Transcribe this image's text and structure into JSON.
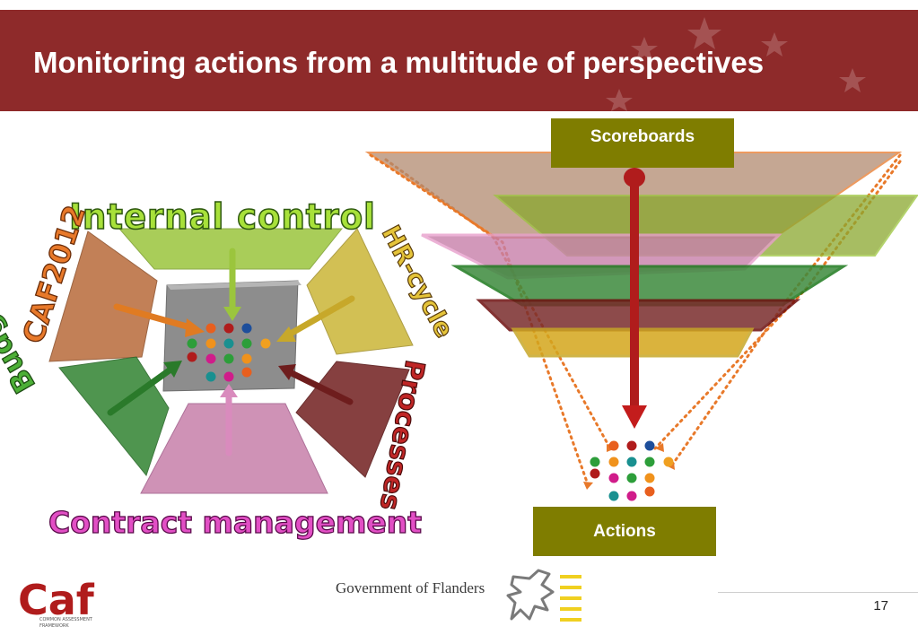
{
  "slide": {
    "title": "Monitoring actions from a multitude of perspectives",
    "page_number": "17"
  },
  "perspectives": {
    "internal_control": "Internal control",
    "caf": "CAF2012",
    "hr_cycle": "HR-cycle",
    "budget": "Budget",
    "processes": "Processes",
    "contract_management": "Contract management"
  },
  "funnel": {
    "top_label": "Scoreboards",
    "bottom_label": "Actions"
  },
  "footer": {
    "government": "Government of Flanders",
    "logo_text": "Caf",
    "logo_caption_1": "COMMON ASSESSMENT",
    "logo_caption_2": "FRAMEWORK"
  },
  "colors": {
    "banner": "#8e2a2a",
    "label_box": "#7f7d00",
    "internal_control": "#9bc53d",
    "caf": "#b86a3a",
    "hr_cycle": "#c7b12a",
    "budget": "#3d8a3d",
    "processes": "#7a2c2c",
    "contract_management": "#c77faa"
  }
}
